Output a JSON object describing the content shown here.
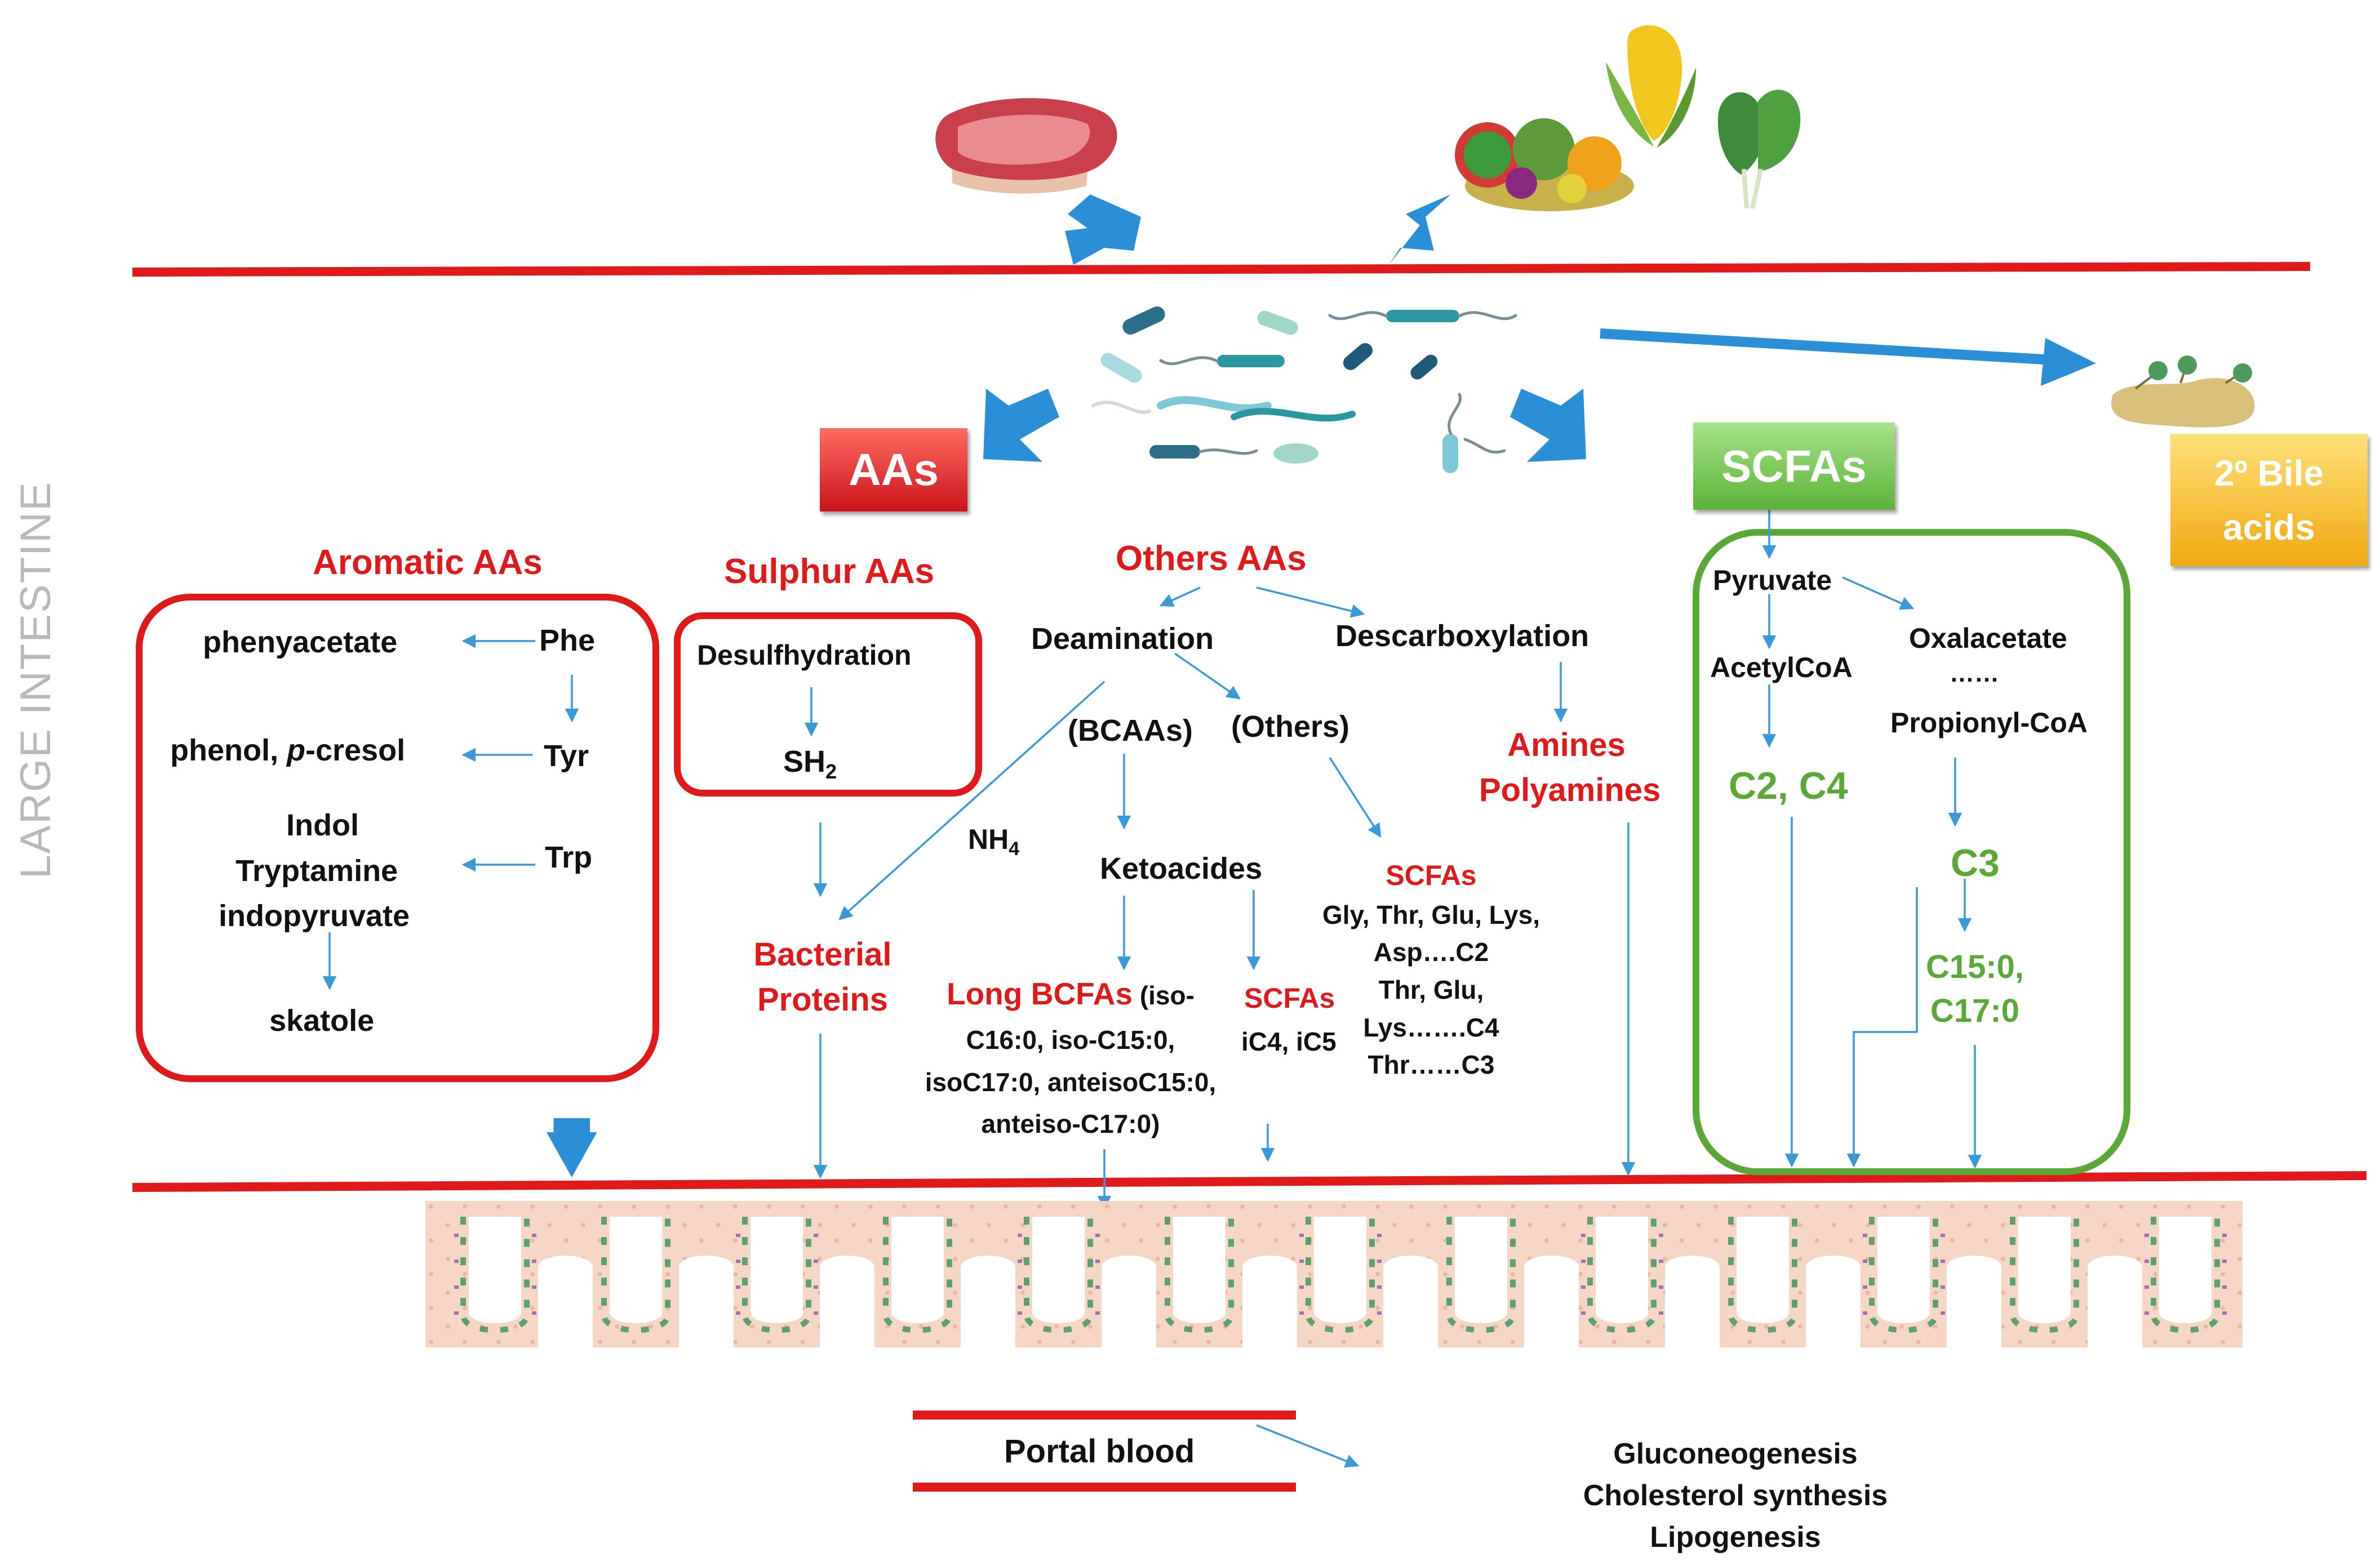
{
  "side_label": "LARGE INTESTINE",
  "badges": {
    "aas": "AAs",
    "scfas": "SCFAs",
    "bile": "2º Bile acids"
  },
  "aromatic": {
    "title": "Aromatic AAs",
    "phe": "Phe",
    "tyr": "Tyr",
    "trp": "Trp",
    "phenyacetate": "phenyacetate",
    "phenol": "phenol, ",
    "p": "p",
    "cresol": "-cresol",
    "indol": "Indol",
    "tryptamine": "Tryptamine",
    "indopyruvate": "indopyruvate",
    "skatole": "skatole"
  },
  "sulphur": {
    "title": "Sulphur AAs",
    "desulf": "Desulfhydration",
    "sh": "SH",
    "sh_sub": "2"
  },
  "bacterial": {
    "l1": "Bacterial",
    "l2": "Proteins"
  },
  "others": {
    "title": "Others AAs",
    "deamination": "Deamination",
    "descarboxylation": "Descarboxylation",
    "bcaas": "(BCAAs)",
    "others_paren": "(Others)",
    "nh": "NH",
    "nh_sub": "4",
    "ketoacides": "Ketoacides",
    "long_bcfas": "Long BCFAs",
    "long_l1": " (iso-",
    "long_l2": "C16:0, iso-C15:0,",
    "long_l3": "isoC17:0, anteisoC15:0,",
    "long_l4": "anteiso-C17:0)",
    "scfas_mid_title": "SCFAs",
    "scfas_mid_val": "iC4, iC5",
    "scfas_right_title": "SCFAs",
    "scfas_right_l1": "Gly, Thr, Glu, Lys,",
    "scfas_right_l2": "Asp….C2",
    "scfas_right_l3": "Thr, Glu,",
    "scfas_right_l4": "Lys…….C4",
    "scfas_right_l5": "Thr……C3",
    "amines": "Amines",
    "polyamines": "Polyamines"
  },
  "scfa_box": {
    "pyruvate": "Pyruvate",
    "acetylcoa": "AcetylCoA",
    "oxalacetate": "Oxalacetate",
    "dots": "……",
    "propionyl": "Propionyl-CoA",
    "c2c4": "C2, C4",
    "c3": "C3",
    "c15": "C15:0,",
    "c17": "C17:0"
  },
  "bottom": {
    "portal_blood": "Portal blood",
    "gluconeogenesis": "Gluconeogenesis",
    "cholesterol": "Cholesterol synthesis",
    "lipogenesis": "Lipogenesis"
  },
  "colors": {
    "red": "#e0191b",
    "green": "#5aa938",
    "arrow_blue": "#2a8fd6",
    "line_blue": "#3a9ad9",
    "badge_red": "#d8191c",
    "badge_green": "#6cc04a",
    "badge_yellow": "#f6b716"
  }
}
